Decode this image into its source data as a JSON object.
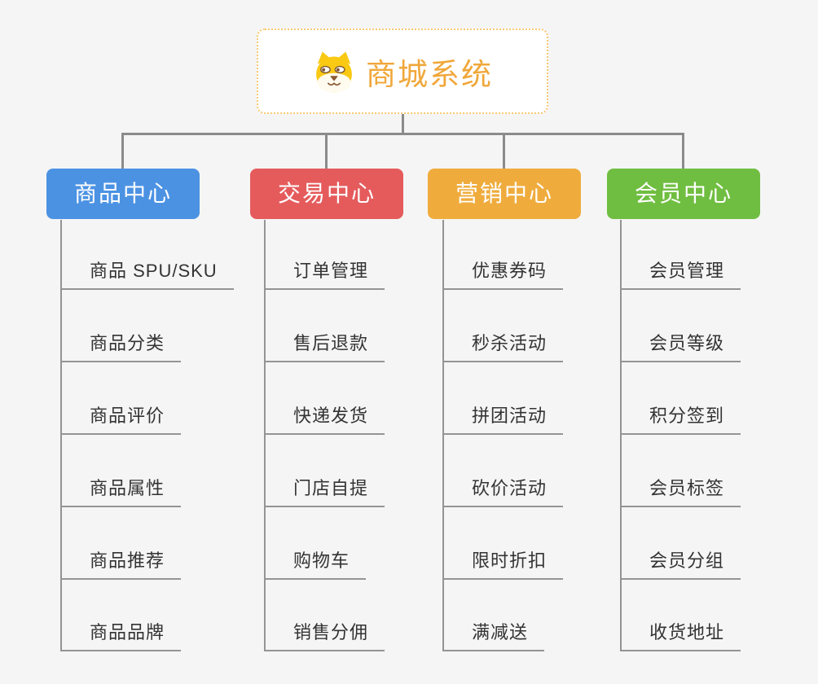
{
  "page": {
    "background": "#F5F5F5"
  },
  "root": {
    "title": "商城系统",
    "icon": "dog-face-icon",
    "text_color": "#F0A73A",
    "border_color": "#F7C873"
  },
  "connectors": {
    "color": "#8B8B8B",
    "child_line_color": "#949494"
  },
  "branches": [
    {
      "label": "商品中心",
      "color": "#4B92E3",
      "children": [
        "商品 SPU/SKU",
        "商品分类",
        "商品评价",
        "商品属性",
        "商品推荐",
        "商品品牌"
      ]
    },
    {
      "label": "交易中心",
      "color": "#E55B5C",
      "children": [
        "订单管理",
        "售后退款",
        "快递发货",
        "门店自提",
        "购物车",
        "销售分佣"
      ]
    },
    {
      "label": "营销中心",
      "color": "#EFAC3D",
      "children": [
        "优惠券码",
        "秒杀活动",
        "拼团活动",
        "砍价活动",
        "限时折扣",
        "满减送"
      ]
    },
    {
      "label": "会员中心",
      "color": "#70BE41",
      "children": [
        "会员管理",
        "会员等级",
        "积分签到",
        "会员标签",
        "会员分组",
        "收货地址"
      ]
    }
  ]
}
